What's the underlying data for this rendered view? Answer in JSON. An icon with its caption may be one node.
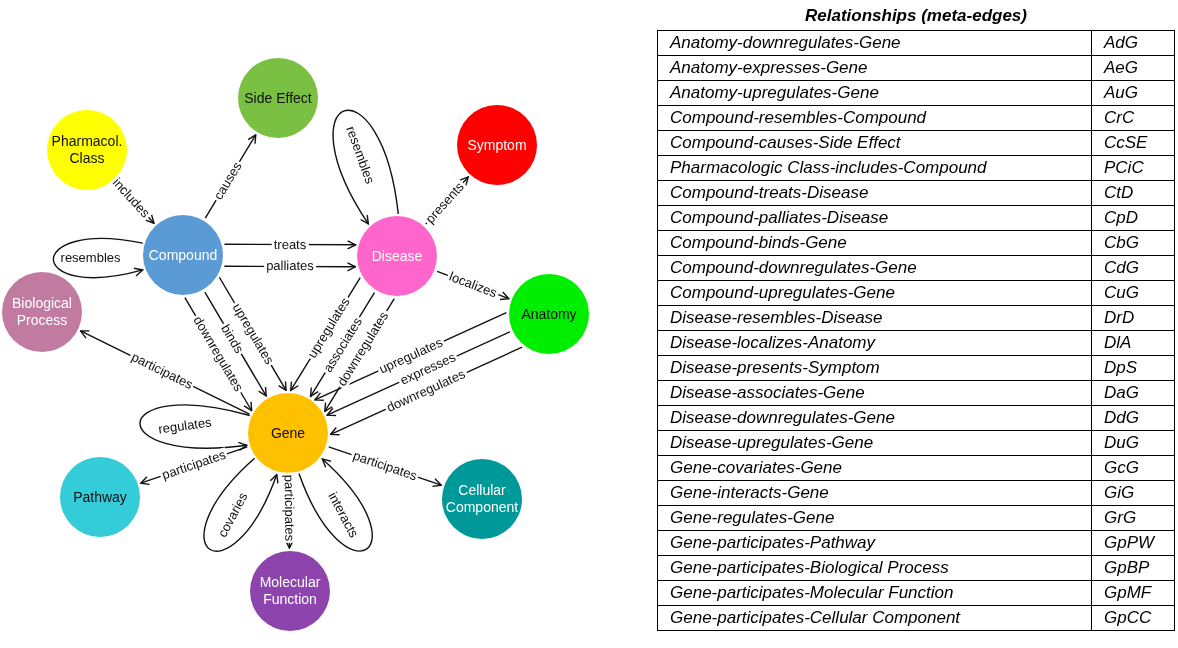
{
  "diagram": {
    "nodes": [
      {
        "text": [
          "Side Effect"
        ]
      },
      {
        "text": [
          "Pharmacol. Class"
        ]
      },
      {
        "text": [
          "Symptom"
        ]
      },
      {
        "text": [
          "Compound"
        ]
      },
      {
        "text": [
          "Disease"
        ]
      },
      {
        "text": [
          "Anatomy"
        ]
      },
      {
        "text": [
          "Biological Process"
        ]
      },
      {
        "text": [
          "Gene"
        ]
      },
      {
        "text": [
          "Pathway"
        ]
      },
      {
        "text": [
          "Cellular Component"
        ]
      },
      {
        "text": [
          "Molecular Function"
        ]
      }
    ],
    "edges": [
      {
        "from": 3,
        "to": 0,
        "arrow": "to",
        "label": "causes"
      },
      {
        "from": 1,
        "to": 3,
        "arrow": "to",
        "label": "includes"
      },
      {
        "from": 3,
        "to": 3,
        "arrow": "to",
        "label": "resembles"
      },
      {
        "from": 3,
        "to": 4,
        "arrow": "to",
        "label": "treats"
      },
      {
        "from": 3,
        "to": 4,
        "arrow": "to",
        "label": "palliates"
      },
      {
        "from": 4,
        "to": 4,
        "arrow": "to",
        "label": "resembles"
      },
      {
        "from": 4,
        "to": 2,
        "arrow": "to",
        "label": "presents"
      },
      {
        "from": 4,
        "to": 5,
        "arrow": "to",
        "label": "localizes"
      },
      {
        "from": 3,
        "to": 7,
        "arrow": "to",
        "label": "downregulates"
      },
      {
        "from": 3,
        "to": 7,
        "arrow": "to",
        "label": "binds"
      },
      {
        "from": 3,
        "to": 7,
        "arrow": "to",
        "label": "upregulates"
      },
      {
        "from": 4,
        "to": 7,
        "arrow": "to",
        "label": "upregulates"
      },
      {
        "from": 4,
        "to": 7,
        "arrow": "to",
        "label": "associates"
      },
      {
        "from": 4,
        "to": 7,
        "arrow": "to",
        "label": "downregulates"
      },
      {
        "from": 5,
        "to": 7,
        "arrow": "to",
        "label": "upregulates"
      },
      {
        "from": 5,
        "to": 7,
        "arrow": "to",
        "label": "expresses"
      },
      {
        "from": 5,
        "to": 7,
        "arrow": "to",
        "label": "downregulates"
      },
      {
        "from": 7,
        "to": 6,
        "arrow": "to",
        "label": "participates"
      },
      {
        "from": 7,
        "to": 7,
        "arrow": "to",
        "label": "regulates"
      },
      {
        "from": 7,
        "to": 8,
        "arrow": "to",
        "label": "participates"
      },
      {
        "from": 7,
        "to": 9,
        "arrow": "to",
        "label": "participates"
      },
      {
        "from": 7,
        "to": 7,
        "arrow": "to",
        "label": "covaries"
      },
      {
        "from": 7,
        "to": 10,
        "arrow": "to",
        "label": "participates"
      },
      {
        "from": 7,
        "to": 7,
        "arrow": "to",
        "label": "interacts"
      }
    ],
    "labels": [
      "Relationships (meta-edges)",
      "Anatomy-downregulates-Gene",
      "AdG",
      "Anatomy-expresses-Gene",
      "AeG",
      "Anatomy-upregulates-Gene",
      "AuG",
      "Compound-resembles-Compound",
      "CrC",
      "Compound-causes-Side Effect",
      "CcSE",
      "Pharmacologic Class-includes-Compound",
      "PCiC",
      "Compound-treats-Disease",
      "CtD",
      "Compound-palliates-Disease",
      "CpD",
      "Compound-binds-Gene",
      "CbG",
      "Compound-downregulates-Gene",
      "CdG",
      "Compound-upregulates-Gene",
      "CuG",
      "Disease-resembles-Disease",
      "DrD",
      "Disease-localizes-Anatomy",
      "DlA",
      "Disease-presents-Symptom",
      "DpS",
      "Disease-associates-Gene",
      "DaG",
      "Disease-downregulates-Gene",
      "DdG",
      "Disease-upregulates-Gene",
      "DuG",
      "Gene-covariates-Gene",
      "GcG",
      "Gene-interacts-Gene",
      "GiG",
      "Gene-regulates-Gene",
      "GrG",
      "Gene-participates-Pathway",
      "GpPW",
      "Gene-participates-Biological Process",
      "GpBP",
      "Gene-participates-Molecular Function",
      "GpMF",
      "Gene-participates-Cellular Component",
      "GpCC"
    ]
  }
}
